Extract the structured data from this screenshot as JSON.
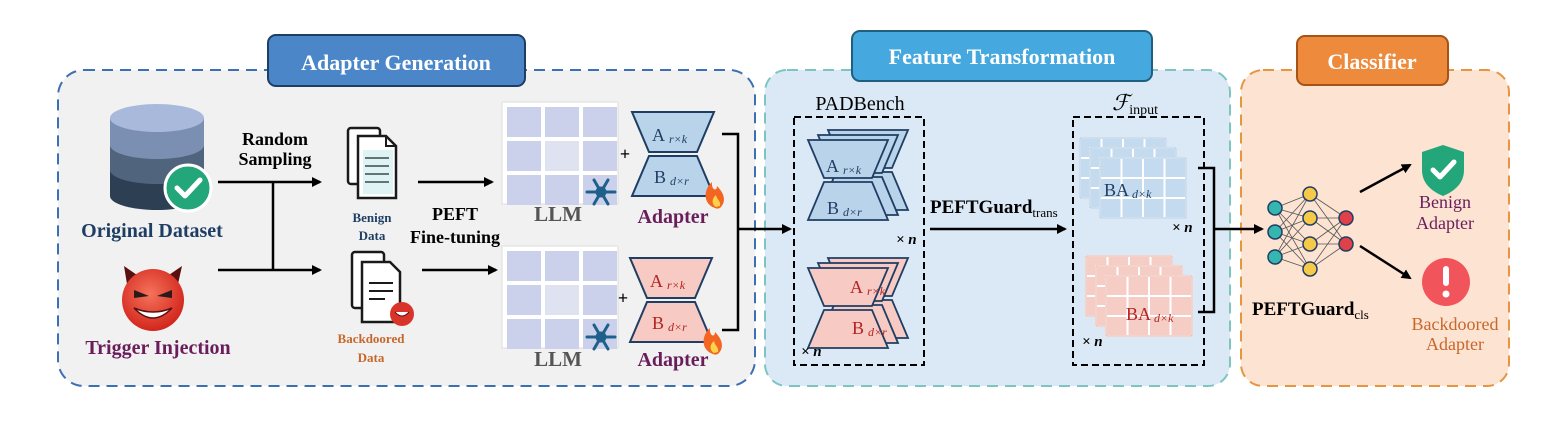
{
  "sections": {
    "adapter_generation": {
      "title": "Adapter Generation"
    },
    "feature_transformation": {
      "title": "Feature Transformation"
    },
    "classifier": {
      "title": "Classifier"
    }
  },
  "labels": {
    "original_dataset": "Original Dataset",
    "trigger_injection": "Trigger Injection",
    "random": "Random",
    "sampling": "Sampling",
    "benign_1": "Benign",
    "benign_2": "Data",
    "backdoored_1": "Backdoored",
    "backdoored_2": "Data",
    "peft_1": "PEFT",
    "peft_2": "Fine-tuning",
    "llm": "LLM",
    "plus": "+",
    "adapter": "Adapter",
    "a_main": "A",
    "a_sub": "r×k",
    "b_main": "B",
    "b_sub": "d×r",
    "padbench": "PADBench",
    "times_n": "× n",
    "pefttrans_main": "PEFTGuard",
    "pefttrans_sub": "trans",
    "finput_main": "ℱ",
    "finput_sub": "input",
    "ba_main": "BA",
    "ba_sub": "d×k",
    "peftcls_main": "PEFTGuard",
    "peftcls_sub": "cls",
    "benign_adapter_1": "Benign",
    "benign_adapter_2": "Adapter",
    "backdoored_adapter_1": "Backdoored",
    "backdoored_adapter_2": "Adapter"
  },
  "colors": {
    "panel1_fill": "#f1f1f1",
    "panel1_border": "#3d6fb3",
    "panel2_fill": "#dbe9f6",
    "panel2_border": "#7ec5c2",
    "panel3_fill": "#fde3d2",
    "panel3_border": "#e7963f",
    "title1": "#4a86c8",
    "title2": "#45a8de",
    "title3": "#ee8a3c",
    "benign_text": "#1f3e64",
    "malicious_text": "#6a1d5b",
    "orange_text": "#c8672a",
    "blue_trap": "#b9d3ea",
    "red_trap": "#f7cbc3",
    "red_text": "#b22222",
    "green_check": "#22a67a",
    "red_alert": "#f2545b"
  }
}
